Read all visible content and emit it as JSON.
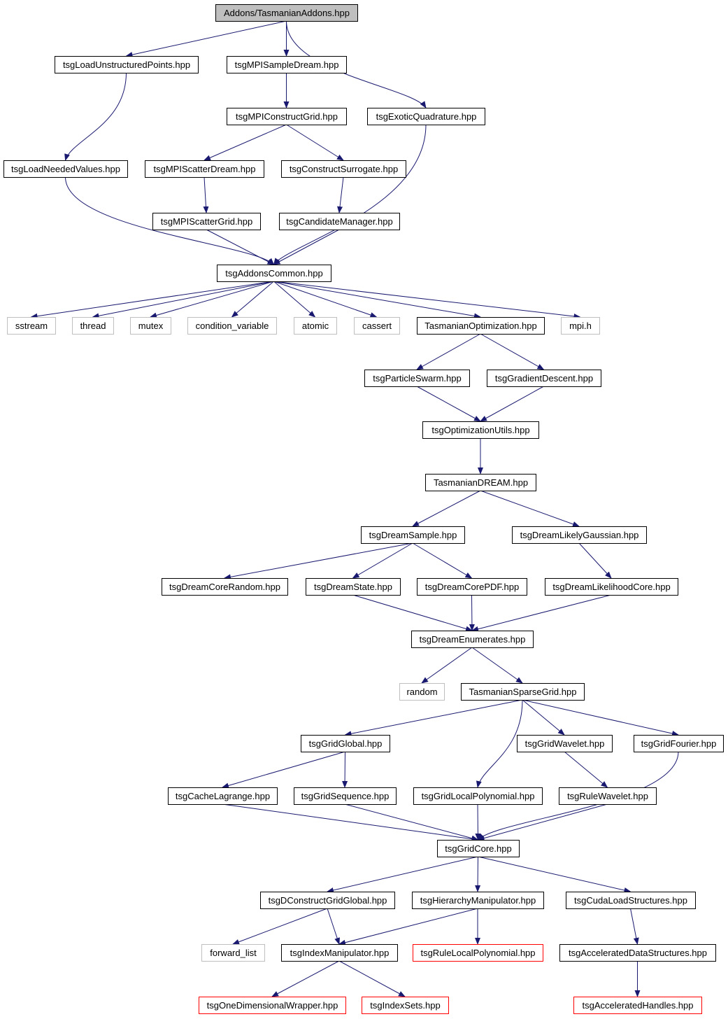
{
  "colors": {
    "edge": "#191970",
    "box_border": "#000000",
    "root_fill": "#bfbfbf",
    "gray_border": "#bfbfbf",
    "red_border": "#ff0000",
    "text": "#000000"
  },
  "nodes": [
    {
      "id": "root",
      "label": "Addons/TasmanianAddons.hpp",
      "style": "root"
    },
    {
      "id": "loadunstr",
      "label": "tsgLoadUnstructuredPoints.hpp",
      "style": "normal"
    },
    {
      "id": "mpisampledream",
      "label": "tsgMPISampleDream.hpp",
      "style": "normal"
    },
    {
      "id": "exotic",
      "label": "tsgExoticQuadrature.hpp",
      "style": "normal"
    },
    {
      "id": "mpiconstruct",
      "label": "tsgMPIConstructGrid.hpp",
      "style": "normal"
    },
    {
      "id": "loadneeded",
      "label": "tsgLoadNeededValues.hpp",
      "style": "normal"
    },
    {
      "id": "mpiscatterdream",
      "label": "tsgMPIScatterDream.hpp",
      "style": "normal"
    },
    {
      "id": "constructsurr",
      "label": "tsgConstructSurrogate.hpp",
      "style": "normal"
    },
    {
      "id": "mpiscattergrid",
      "label": "tsgMPIScatterGrid.hpp",
      "style": "normal"
    },
    {
      "id": "candidate",
      "label": "tsgCandidateManager.hpp",
      "style": "normal"
    },
    {
      "id": "addonscommon",
      "label": "tsgAddonsCommon.hpp",
      "style": "normal"
    },
    {
      "id": "sstream",
      "label": "sstream",
      "style": "gray"
    },
    {
      "id": "thread",
      "label": "thread",
      "style": "gray"
    },
    {
      "id": "mutex",
      "label": "mutex",
      "style": "gray"
    },
    {
      "id": "condvar",
      "label": "condition_variable",
      "style": "gray"
    },
    {
      "id": "atomic",
      "label": "atomic",
      "style": "gray"
    },
    {
      "id": "cassert",
      "label": "cassert",
      "style": "gray"
    },
    {
      "id": "tasopt",
      "label": "TasmanianOptimization.hpp",
      "style": "normal"
    },
    {
      "id": "mpih",
      "label": "mpi.h",
      "style": "gray"
    },
    {
      "id": "particle",
      "label": "tsgParticleSwarm.hpp",
      "style": "normal"
    },
    {
      "id": "gradient",
      "label": "tsgGradientDescent.hpp",
      "style": "normal"
    },
    {
      "id": "optutils",
      "label": "tsgOptimizationUtils.hpp",
      "style": "normal"
    },
    {
      "id": "tasdream",
      "label": "TasmanianDREAM.hpp",
      "style": "normal"
    },
    {
      "id": "dreamsample",
      "label": "tsgDreamSample.hpp",
      "style": "normal"
    },
    {
      "id": "likelygauss",
      "label": "tsgDreamLikelyGaussian.hpp",
      "style": "normal"
    },
    {
      "id": "corerandom",
      "label": "tsgDreamCoreRandom.hpp",
      "style": "normal"
    },
    {
      "id": "dreamstate",
      "label": "tsgDreamState.hpp",
      "style": "normal"
    },
    {
      "id": "corepdf",
      "label": "tsgDreamCorePDF.hpp",
      "style": "normal"
    },
    {
      "id": "likelihoodcore",
      "label": "tsgDreamLikelihoodCore.hpp",
      "style": "normal"
    },
    {
      "id": "enumerates",
      "label": "tsgDreamEnumerates.hpp",
      "style": "normal"
    },
    {
      "id": "random",
      "label": "random",
      "style": "gray"
    },
    {
      "id": "tassparse",
      "label": "TasmanianSparseGrid.hpp",
      "style": "normal"
    },
    {
      "id": "gridglobal",
      "label": "tsgGridGlobal.hpp",
      "style": "normal"
    },
    {
      "id": "gridwavelet",
      "label": "tsgGridWavelet.hpp",
      "style": "normal"
    },
    {
      "id": "gridfourier",
      "label": "tsgGridFourier.hpp",
      "style": "normal"
    },
    {
      "id": "cachelagrange",
      "label": "tsgCacheLagrange.hpp",
      "style": "normal"
    },
    {
      "id": "gridsequence",
      "label": "tsgGridSequence.hpp",
      "style": "normal"
    },
    {
      "id": "gridlocalpoly",
      "label": "tsgGridLocalPolynomial.hpp",
      "style": "normal"
    },
    {
      "id": "rulewavelet",
      "label": "tsgRuleWavelet.hpp",
      "style": "normal"
    },
    {
      "id": "gridcore",
      "label": "tsgGridCore.hpp",
      "style": "normal"
    },
    {
      "id": "dconstruct",
      "label": "tsgDConstructGridGlobal.hpp",
      "style": "normal"
    },
    {
      "id": "hierarchy",
      "label": "tsgHierarchyManipulator.hpp",
      "style": "normal"
    },
    {
      "id": "cudaload",
      "label": "tsgCudaLoadStructures.hpp",
      "style": "normal"
    },
    {
      "id": "forwardlist",
      "label": "forward_list",
      "style": "gray"
    },
    {
      "id": "indexmanip",
      "label": "tsgIndexManipulator.hpp",
      "style": "normal"
    },
    {
      "id": "rulelocalpoly",
      "label": "tsgRuleLocalPolynomial.hpp",
      "style": "red"
    },
    {
      "id": "accelerated",
      "label": "tsgAcceleratedDataStructures.hpp",
      "style": "normal"
    },
    {
      "id": "onedim",
      "label": "tsgOneDimensionalWrapper.hpp",
      "style": "red"
    },
    {
      "id": "indexsets",
      "label": "tsgIndexSets.hpp",
      "style": "red"
    },
    {
      "id": "accelhandles",
      "label": "tsgAcceleratedHandles.hpp",
      "style": "red"
    }
  ],
  "edges": [
    [
      "root",
      "loadunstr"
    ],
    [
      "root",
      "mpisampledream"
    ],
    [
      "root",
      "exotic"
    ],
    [
      "loadunstr",
      "loadneeded"
    ],
    [
      "mpisampledream",
      "mpiconstruct"
    ],
    [
      "mpiconstruct",
      "mpiscatterdream"
    ],
    [
      "mpiconstruct",
      "constructsurr"
    ],
    [
      "mpiscatterdream",
      "mpiscattergrid"
    ],
    [
      "constructsurr",
      "candidate"
    ],
    [
      "loadneeded",
      "addonscommon"
    ],
    [
      "mpiscattergrid",
      "addonscommon"
    ],
    [
      "candidate",
      "addonscommon"
    ],
    [
      "exotic",
      "addonscommon"
    ],
    [
      "addonscommon",
      "sstream"
    ],
    [
      "addonscommon",
      "thread"
    ],
    [
      "addonscommon",
      "mutex"
    ],
    [
      "addonscommon",
      "condvar"
    ],
    [
      "addonscommon",
      "atomic"
    ],
    [
      "addonscommon",
      "cassert"
    ],
    [
      "addonscommon",
      "tasopt"
    ],
    [
      "addonscommon",
      "mpih"
    ],
    [
      "tasopt",
      "particle"
    ],
    [
      "tasopt",
      "gradient"
    ],
    [
      "particle",
      "optutils"
    ],
    [
      "gradient",
      "optutils"
    ],
    [
      "optutils",
      "tasdream"
    ],
    [
      "tasdream",
      "dreamsample"
    ],
    [
      "tasdream",
      "likelygauss"
    ],
    [
      "dreamsample",
      "corerandom"
    ],
    [
      "dreamsample",
      "dreamstate"
    ],
    [
      "dreamsample",
      "corepdf"
    ],
    [
      "likelygauss",
      "likelihoodcore"
    ],
    [
      "dreamstate",
      "enumerates"
    ],
    [
      "corepdf",
      "enumerates"
    ],
    [
      "likelihoodcore",
      "enumerates"
    ],
    [
      "enumerates",
      "random"
    ],
    [
      "enumerates",
      "tassparse"
    ],
    [
      "tassparse",
      "gridglobal"
    ],
    [
      "tassparse",
      "gridlocalpoly"
    ],
    [
      "tassparse",
      "gridwavelet"
    ],
    [
      "tassparse",
      "gridfourier"
    ],
    [
      "gridglobal",
      "cachelagrange"
    ],
    [
      "gridglobal",
      "gridsequence"
    ],
    [
      "gridwavelet",
      "rulewavelet"
    ],
    [
      "cachelagrange",
      "gridcore"
    ],
    [
      "gridsequence",
      "gridcore"
    ],
    [
      "gridlocalpoly",
      "gridcore"
    ],
    [
      "rulewavelet",
      "gridcore"
    ],
    [
      "gridfourier",
      "gridcore"
    ],
    [
      "gridcore",
      "dconstruct"
    ],
    [
      "gridcore",
      "hierarchy"
    ],
    [
      "gridcore",
      "cudaload"
    ],
    [
      "dconstruct",
      "forwardlist"
    ],
    [
      "dconstruct",
      "indexmanip"
    ],
    [
      "hierarchy",
      "indexmanip"
    ],
    [
      "hierarchy",
      "rulelocalpoly"
    ],
    [
      "cudaload",
      "accelerated"
    ],
    [
      "indexmanip",
      "onedim"
    ],
    [
      "indexmanip",
      "indexsets"
    ],
    [
      "accelerated",
      "accelhandles"
    ]
  ]
}
